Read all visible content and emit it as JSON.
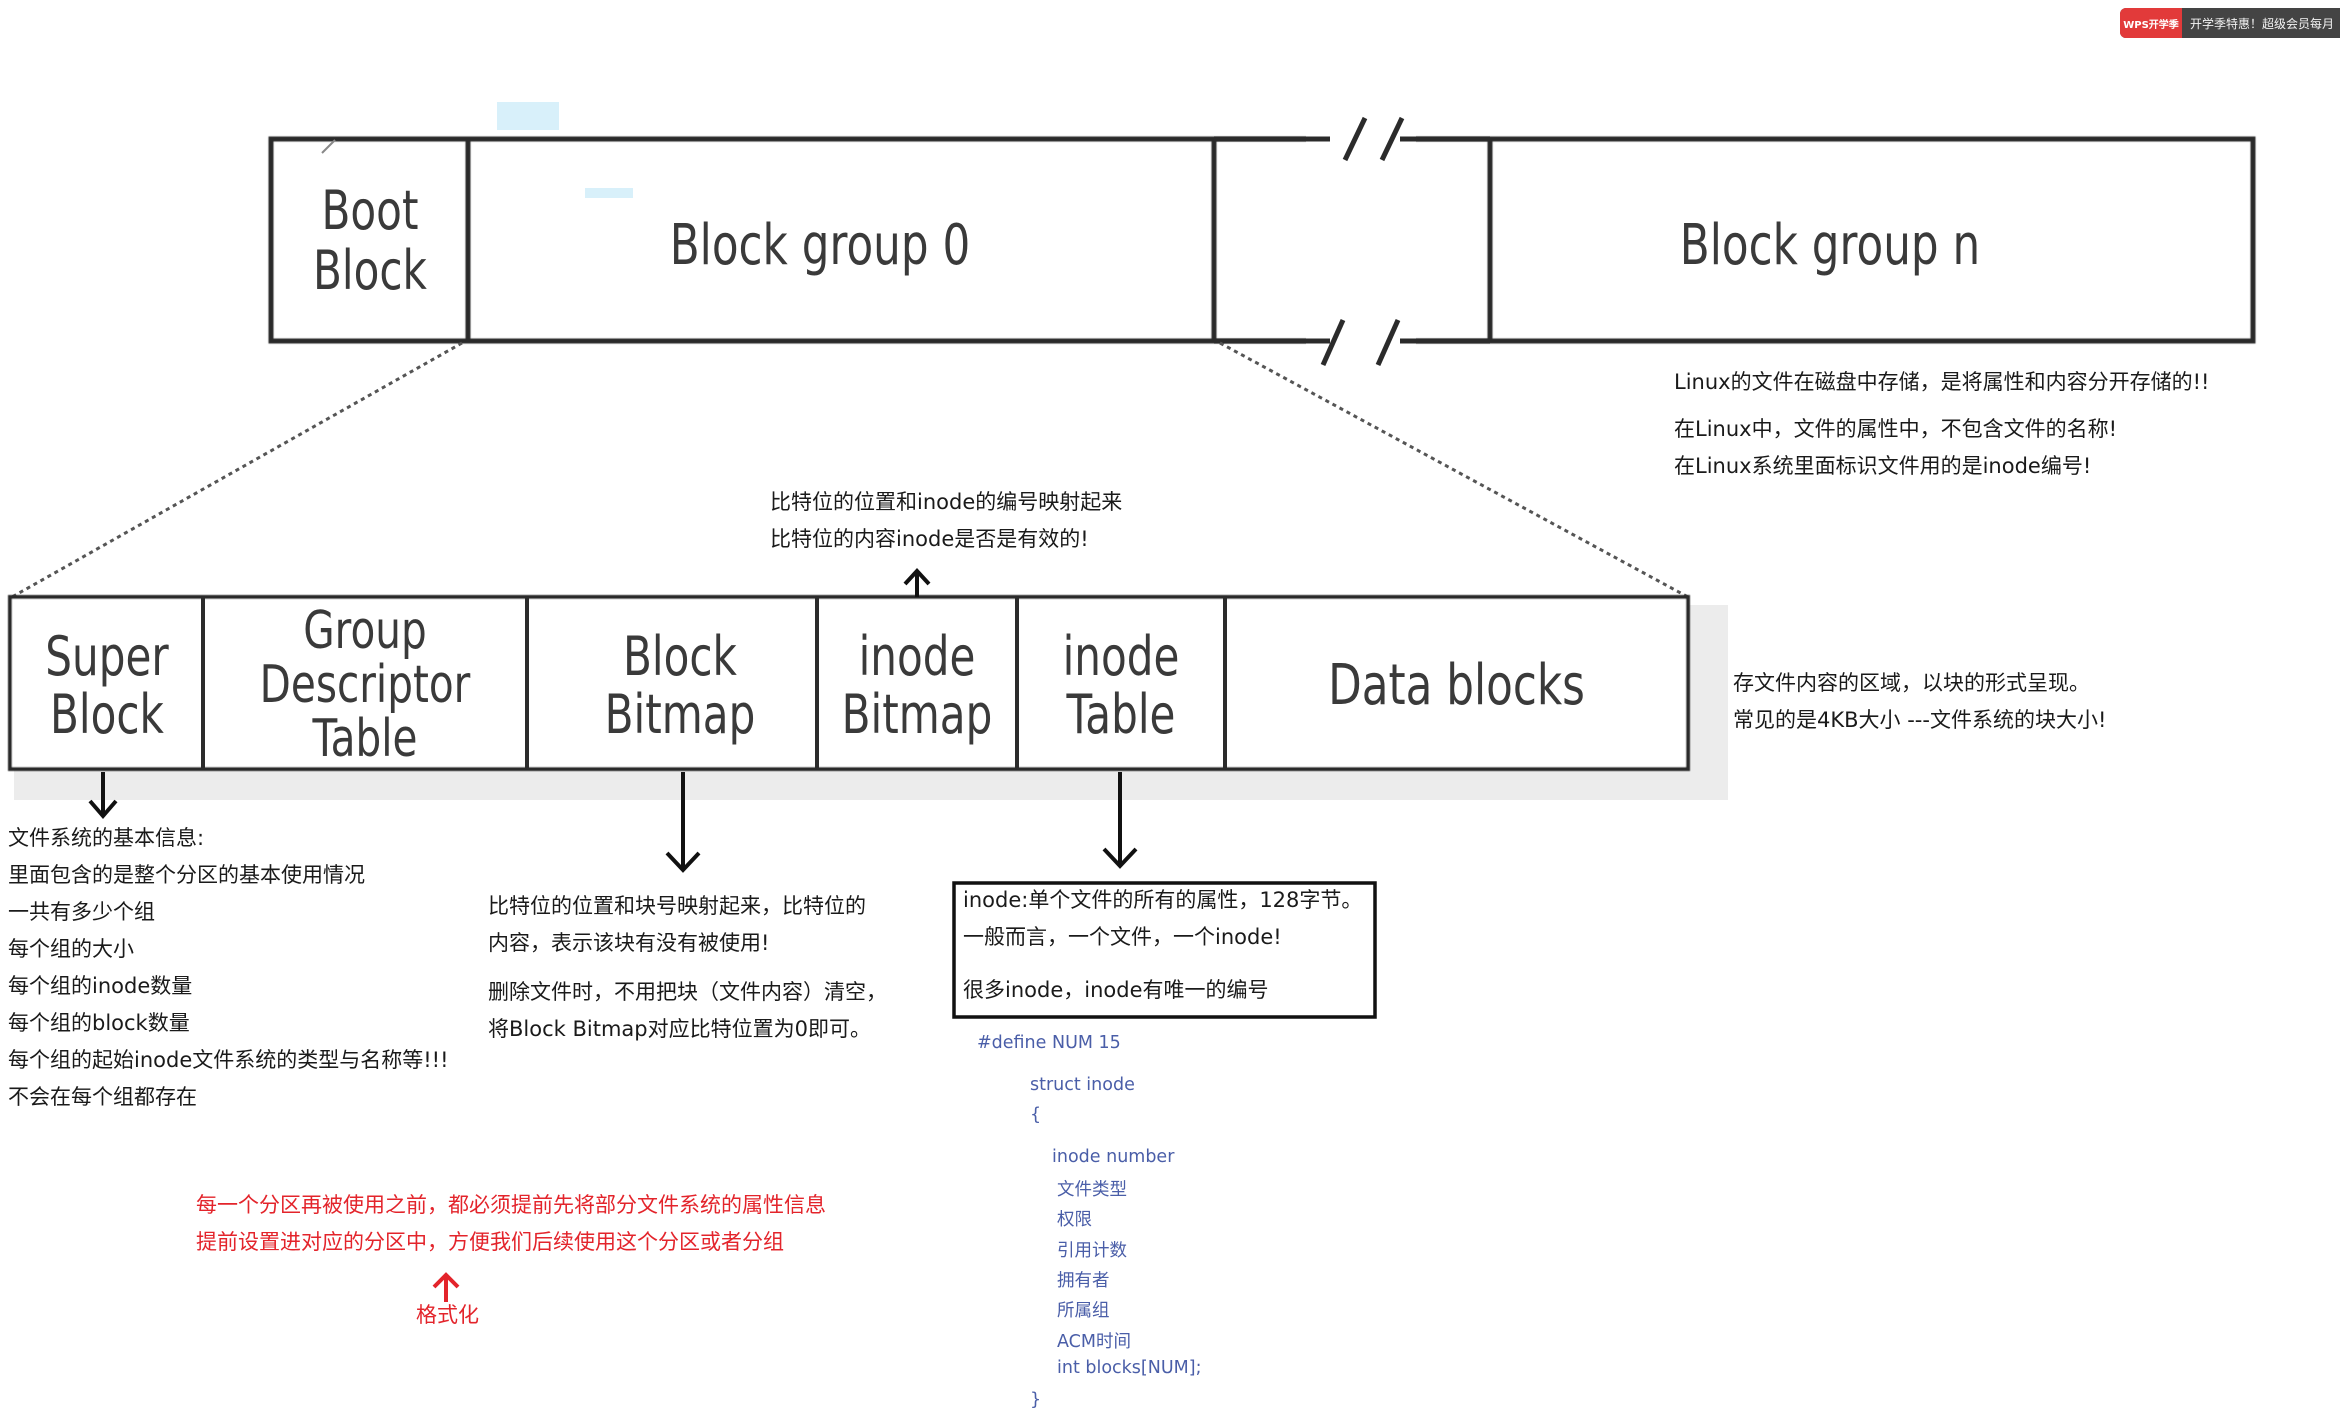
{
  "top_bar": {
    "boot_block": "Boot\nBlock",
    "block_group_0": "Block group 0",
    "block_group_n": "Block group n"
  },
  "group_bar": {
    "super_block": "Super\nBlock",
    "group_descriptor_table": "Group\nDescriptor\nTable",
    "block_bitmap": "Block\nBitmap",
    "inode_bitmap": "inode\nBitmap",
    "inode_table": "inode\nTable",
    "data_blocks": "Data blocks"
  },
  "notes": {
    "linux_storage": [
      "Linux的文件在磁盘中存储，是将属性和内容分开存储的!!",
      "在Linux中，文件的属性中，不包含文件的名称!",
      "在Linux系统里面标识文件用的是inode编号!"
    ],
    "inode_bitmap": [
      "比特位的位置和inode的编号映射起来",
      "比特位的内容inode是否是有效的!"
    ],
    "data_blocks": [
      "存文件内容的区域，以块的形式呈现。",
      "常见的是4KB大小 ---文件系统的块大小!"
    ],
    "super_block": [
      "文件系统的基本信息:",
      "里面包含的是整个分区的基本使用情况",
      "一共有多少个组",
      "每个组的大小",
      "每个组的inode数量",
      "每个组的block数量",
      "每个组的起始inode文件系统的类型与名称等!!!",
      "不会在每个组都存在"
    ],
    "block_bitmap": [
      "比特位的位置和块号映射起来，比特位的",
      "内容，表示该块有没有被使用!",
      "删除文件时，不用把块（文件内容）清空，",
      "将Block Bitmap对应比特位置为0即可。"
    ],
    "inode_table": [
      "inode:单个文件的所有的属性，128字节。",
      "一般而言，一个文件，一个inode!",
      "很多inode，inode有唯一的编号"
    ],
    "format": [
      "每一个分区再被使用之前，都必须提前先将部分文件系统的属性信息",
      "提前设置进对应的分区中，方便我们后续使用这个分区或者分组"
    ],
    "format_label": "格式化"
  },
  "code": {
    "define": "#define NUM 15",
    "struct": "struct inode",
    "open": "{",
    "lines": [
      "inode number",
      "文件类型",
      "权限",
      "引用计数",
      "拥有者",
      "所属组",
      "ACM时间",
      "int blocks[NUM];"
    ],
    "close": "}"
  },
  "ad": {
    "logo": "WPS开学季",
    "text": "开学季特惠！超级会员每月"
  },
  "colors": {
    "arrow_red": "#e3242b",
    "code_blue": "#4a5ea8"
  }
}
